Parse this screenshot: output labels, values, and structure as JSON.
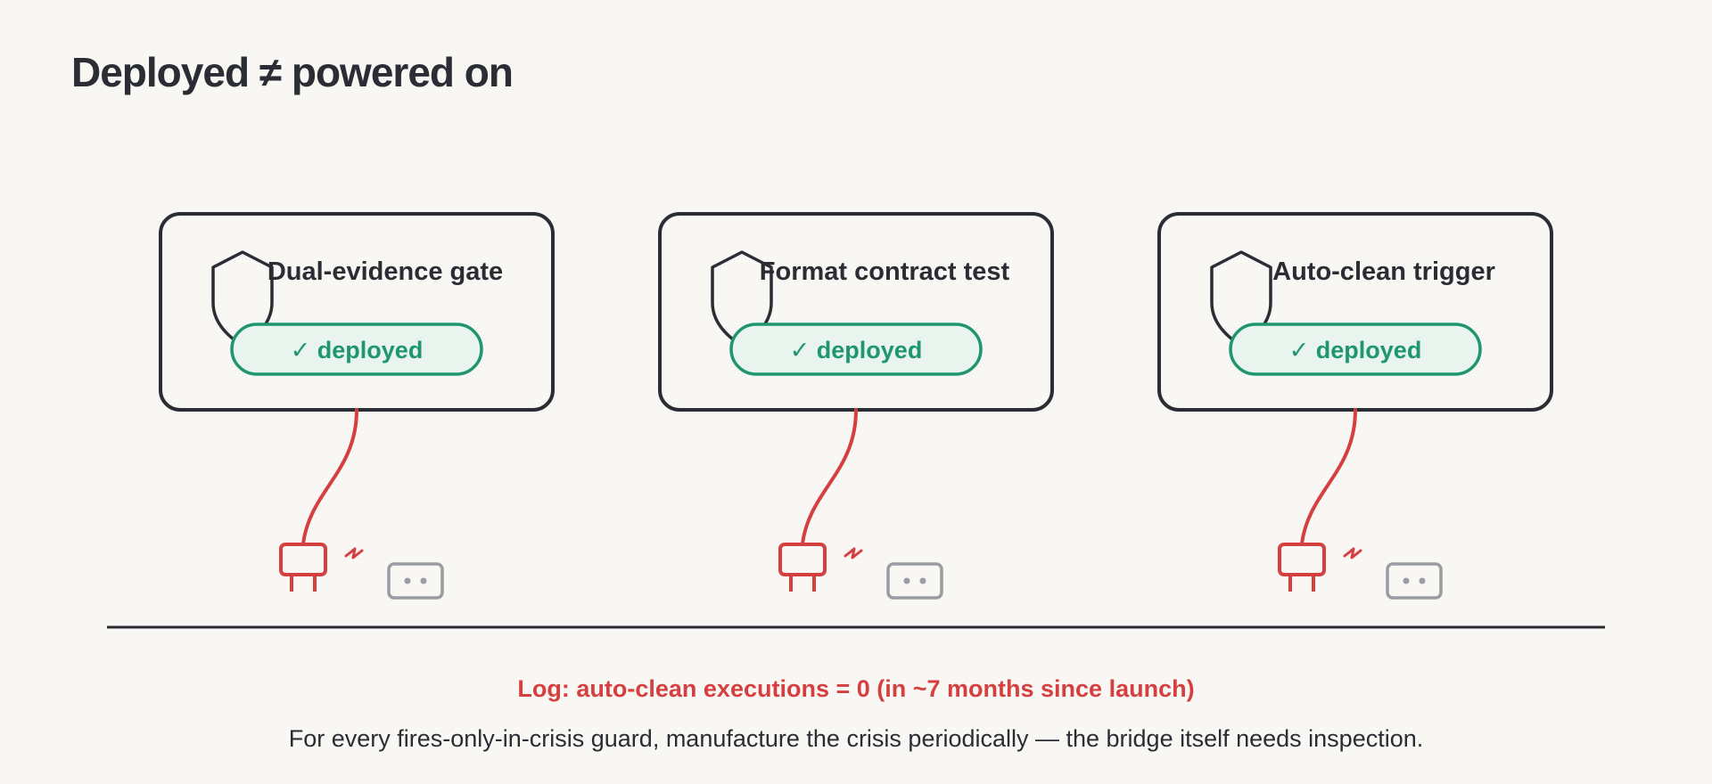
{
  "title": "Deployed ≠ powered on",
  "cards": [
    {
      "title": "Dual-evidence gate",
      "badge": "✓ deployed"
    },
    {
      "title": "Format contract test",
      "badge": "✓ deployed"
    },
    {
      "title": "Auto-clean trigger",
      "badge": "✓ deployed"
    }
  ],
  "log_line": "Log: auto-clean executions = 0 (in ~7 months since launch)",
  "takeaway": "For every fires-only-in-crisis guard, manufacture the crisis periodically — the bridge itself needs inspection.",
  "colors": {
    "ink": "#2a2d34",
    "cable": "#d63f3f",
    "badge_stroke": "#1f9670",
    "badge_fill": "#e9f4ee",
    "socket": "#9a9ca3",
    "background": "#f8f7f3"
  },
  "icons": [
    "shield-icon",
    "plug-icon",
    "spark-icon",
    "socket-icon"
  ]
}
